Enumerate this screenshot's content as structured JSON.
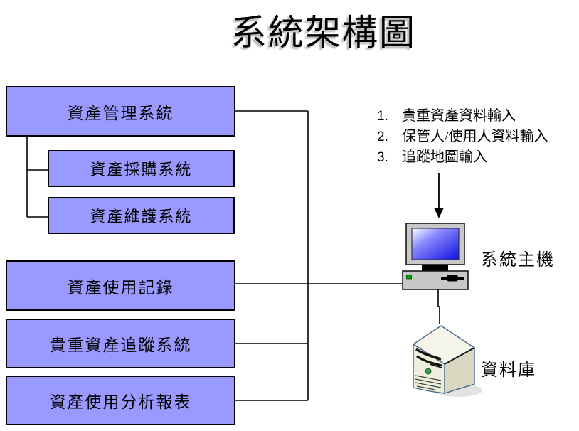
{
  "title": "系統架構圖",
  "boxes": {
    "main": "資產管理系統",
    "procurement": "資產採購系統",
    "maintenance": "資產維護系統",
    "usage": "資產使用記錄",
    "tracking": "貴重資產追蹤系統",
    "report": "資產使用分析報表"
  },
  "inputs": {
    "items": [
      {
        "num": "1.",
        "text": "貴重資產資料輸入"
      },
      {
        "num": "2.",
        "text": "保管人/使用人資料輸入"
      },
      {
        "num": "3.",
        "text": "追蹤地圖輸入"
      }
    ]
  },
  "devices": {
    "host_label": "系統主機",
    "database_label": "資料庫"
  },
  "colors": {
    "box_fill": "#9999ff",
    "box_border": "#000000",
    "screen_blue": "#0f0fe0",
    "connector": "#000000"
  }
}
